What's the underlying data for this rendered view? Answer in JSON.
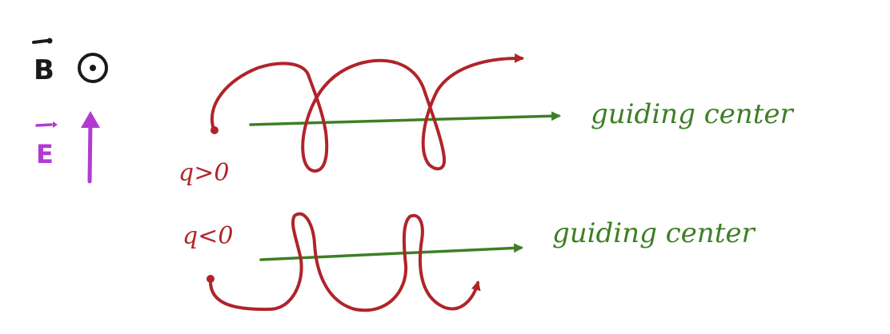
{
  "fields": {
    "b_symbol": "B",
    "e_symbol": "E"
  },
  "cases": {
    "positive": {
      "charge_label": "q>0",
      "guiding_center_label": "guiding center"
    },
    "negative": {
      "charge_label": "q<0",
      "guiding_center_label": "guiding center"
    }
  },
  "colors": {
    "b_field": "#1a1a1a",
    "e_field": "#b13bd1",
    "trajectory": "#b0242a",
    "guiding_center": "#3d7f25",
    "charge_label": "#b0242a"
  }
}
